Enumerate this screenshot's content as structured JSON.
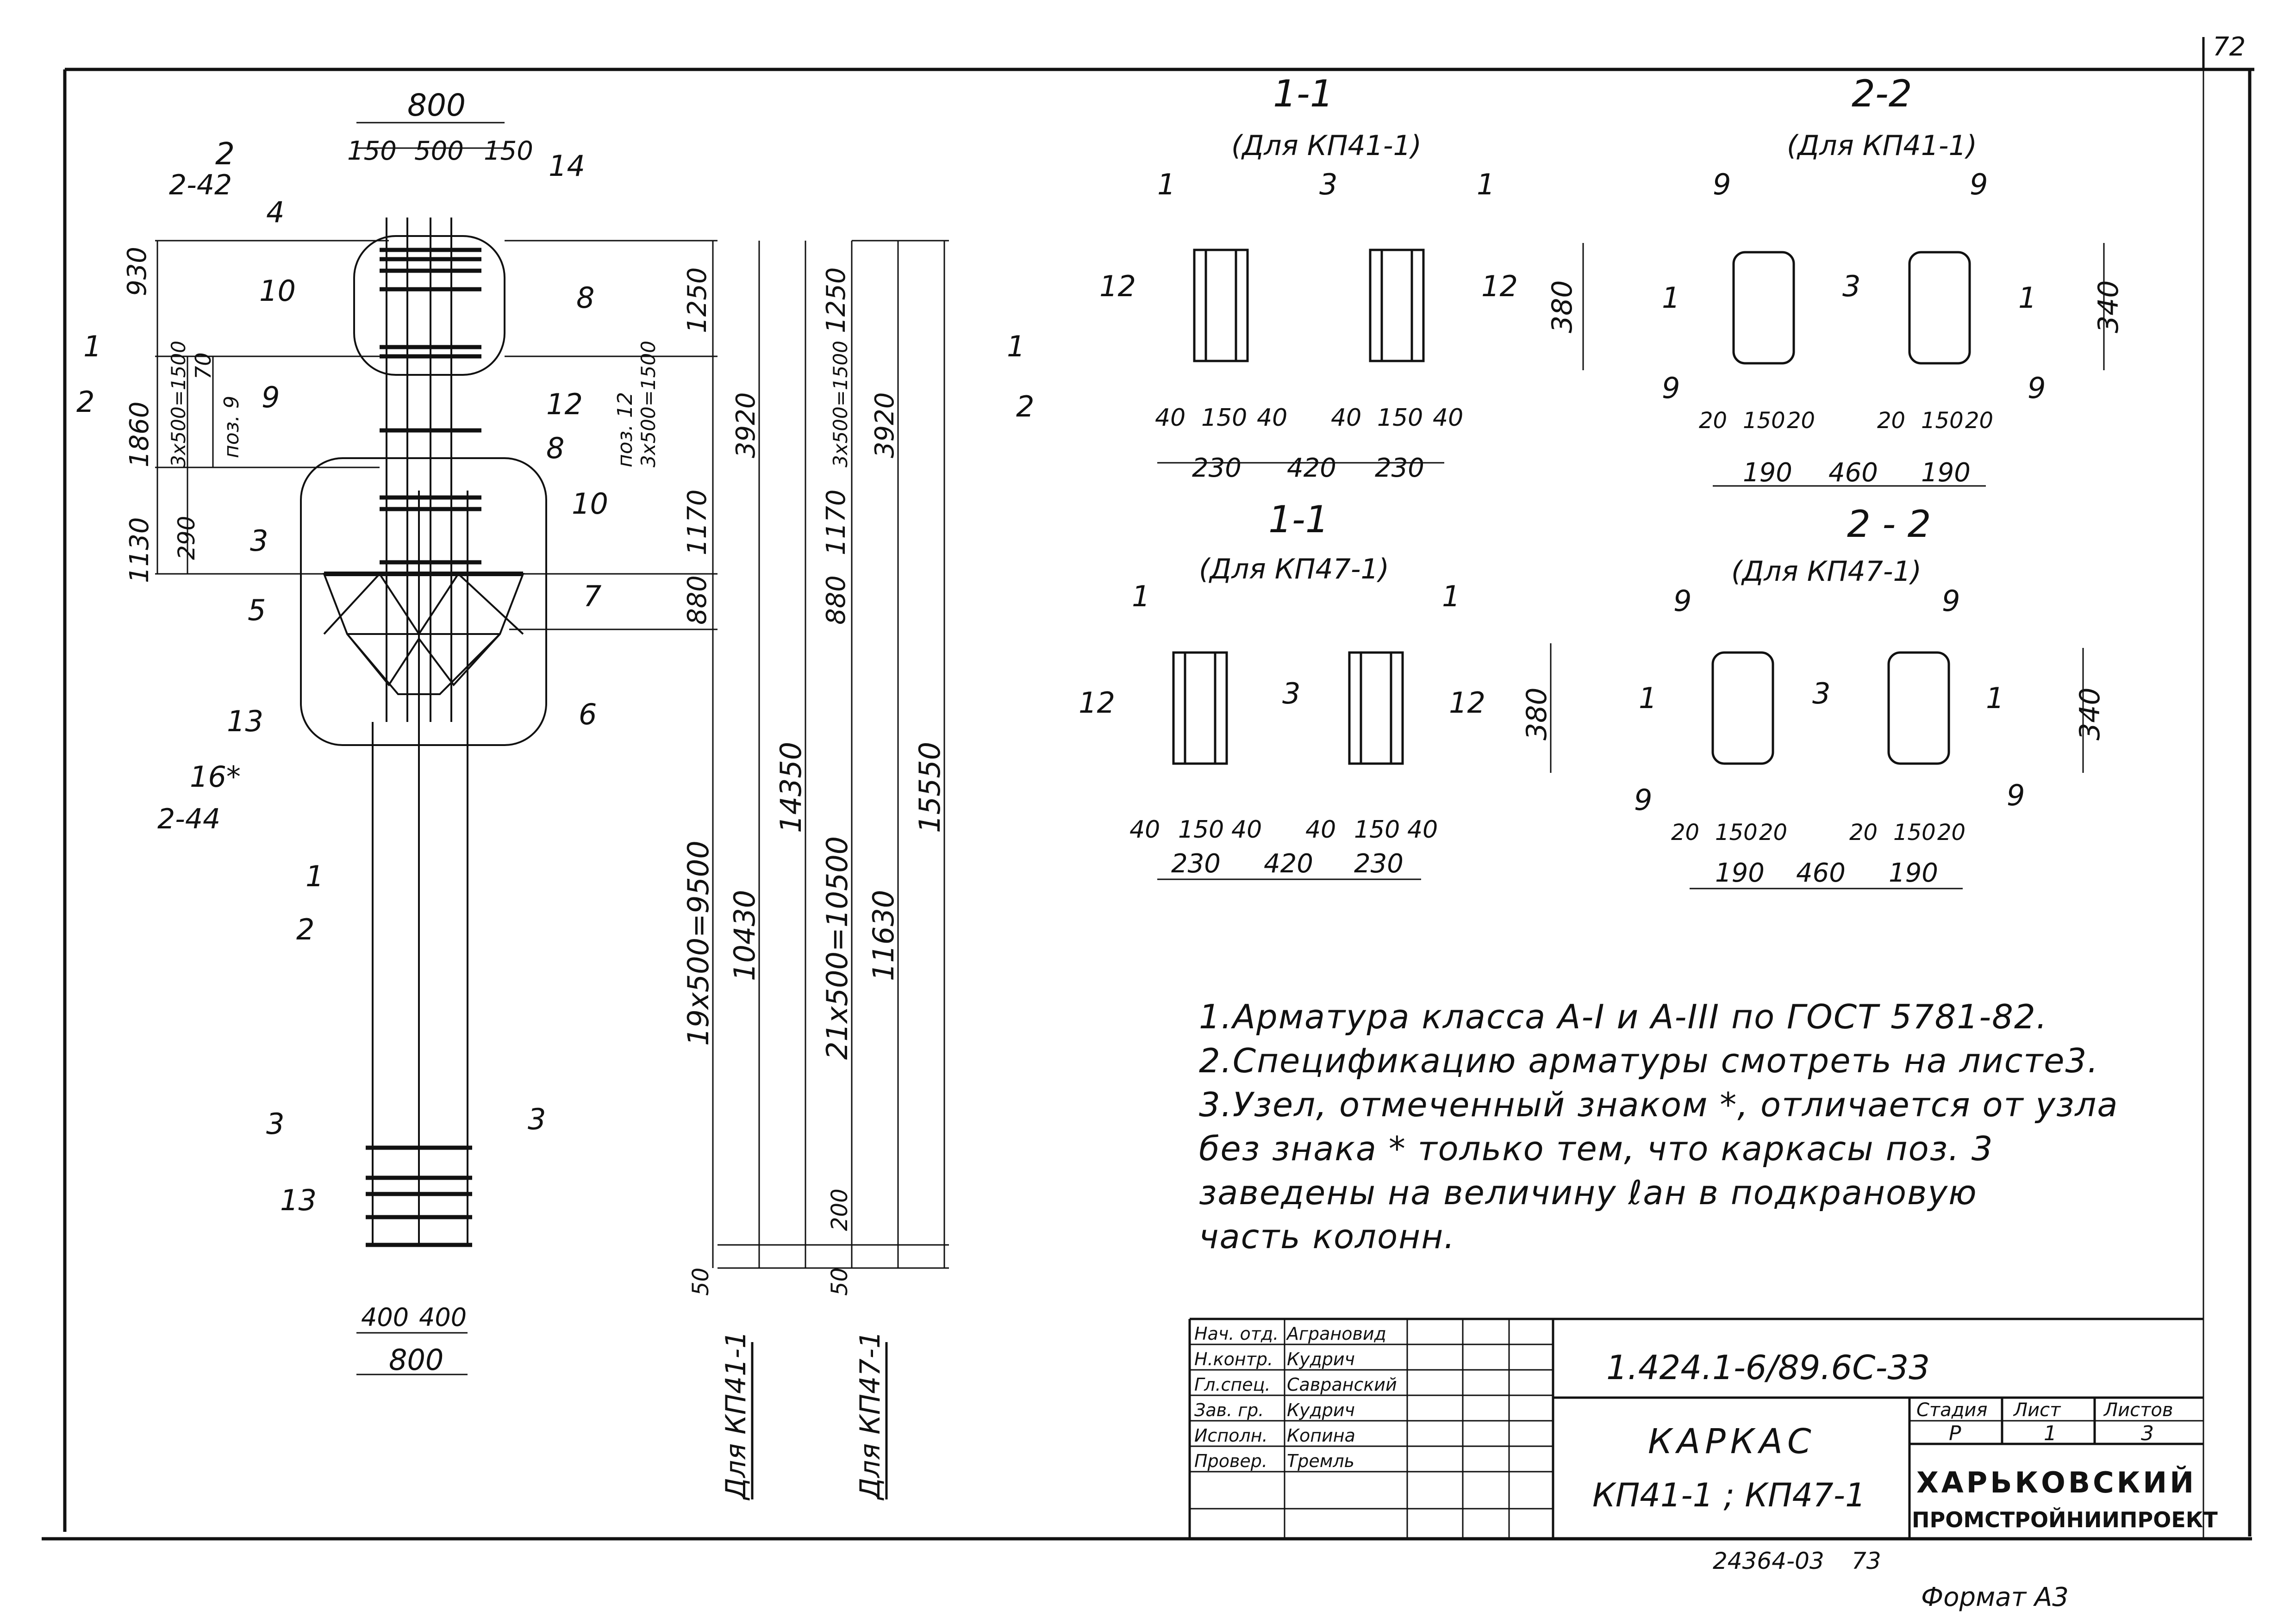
{
  "page_number": "72",
  "page_number_bottom": "73",
  "doc_code": "24364-03",
  "format_label": "Формат А3",
  "elevation": {
    "top_width": "800",
    "top_dims": [
      "150",
      "500",
      "150"
    ],
    "bottom_width": "800",
    "bottom_dims": [
      "400",
      "400"
    ],
    "left_dims": [
      "930",
      "1860",
      "1130"
    ],
    "left_inner": [
      "70",
      "3x500=1500",
      "поз. 9",
      "290"
    ],
    "mid_dims": [
      "1250",
      "3x500=1500",
      "поз. 12",
      "1170",
      "880"
    ],
    "long_dims_a": [
      "19x500=9500",
      "10430",
      "14350",
      "3920",
      "50"
    ],
    "long_dims_b": [
      "1250",
      "3x500=1500",
      "3920",
      "1170",
      "880",
      "21x500=10500",
      "11630",
      "15550",
      "200",
      "50"
    ],
    "callouts": [
      "2",
      "2-42",
      "4",
      "14",
      "10",
      "8",
      "9",
      "12",
      "8",
      "3",
      "10",
      "5",
      "7",
      "13",
      "6",
      "16*",
      "2-44",
      "1",
      "2",
      "13"
    ],
    "section_marks": [
      "1",
      "2",
      "1",
      "2",
      "3",
      "3"
    ],
    "variant_labels": [
      "Для КП41-1",
      "Для КП47-1"
    ]
  },
  "sections": [
    {
      "title": "1-1",
      "subtitle": "(Для КП41-1)",
      "height": "380",
      "dims": [
        "40",
        "150",
        "40",
        "40",
        "150",
        "40"
      ],
      "bottom": [
        "230",
        "420",
        "230"
      ],
      "callouts": [
        "1",
        "3",
        "1",
        "12",
        "12"
      ]
    },
    {
      "title": "2-2",
      "subtitle": "(Для КП41-1)",
      "height": "340",
      "dims": [
        "20",
        "150",
        "20",
        "20",
        "150",
        "20"
      ],
      "bottom": [
        "190",
        "460",
        "190"
      ],
      "callouts": [
        "9",
        "9",
        "1",
        "3",
        "1",
        "9",
        "9"
      ]
    },
    {
      "title": "1-1",
      "subtitle": "(Для КП47-1)",
      "height": "380",
      "dims": [
        "40",
        "150",
        "40",
        "40",
        "150",
        "40"
      ],
      "bottom": [
        "230",
        "420",
        "230"
      ],
      "callouts": [
        "1",
        "1",
        "12",
        "3",
        "12"
      ]
    },
    {
      "title": "2 - 2",
      "subtitle": "(Для КП47-1)",
      "height": "340",
      "dims": [
        "20",
        "150",
        "20",
        "20",
        "150",
        "20"
      ],
      "bottom": [
        "190",
        "460",
        "190"
      ],
      "callouts": [
        "9",
        "9",
        "1",
        "3",
        "1",
        "9",
        "9"
      ]
    }
  ],
  "notes": [
    "1.Арматура  класса  А-I  и  А-III  по  ГОСТ 5781-82.",
    "2.Спецификацию  арматуры  смотреть  на  листе3.",
    "3.Узел, отмеченный  знаком *, отличается   от узла",
    "   без  знака *  только  тем,  что  каркасы  поз. 3",
    "   заведены  на  величину  ℓан  в  подкрановую",
    "   часть   колонн."
  ],
  "title_block": {
    "designation": "1.424.1-6/89.6С-33",
    "name_line1": "КАРКАС",
    "name_line2": "КП41-1 ; КП47-1",
    "stage_header": "Стадия",
    "sheet_header": "Лист",
    "sheets_header": "Листов",
    "stage": "Р",
    "sheet": "1",
    "sheets": "3",
    "org_line1": "ХАРЬКОВСКИЙ",
    "org_line2": "ПРОМСТРОЙНИИПРОЕКТ",
    "roles": [
      {
        "role": "Нач. отд.",
        "name": "Аграновид"
      },
      {
        "role": "Н.контр.",
        "name": "Кудрич"
      },
      {
        "role": "Гл.спец.",
        "name": "Савранский"
      },
      {
        "role": "Зав. гр.",
        "name": "Кудрич"
      },
      {
        "role": "Исполн.",
        "name": "Копина"
      },
      {
        "role": "Провер.",
        "name": "Тремль"
      }
    ]
  }
}
